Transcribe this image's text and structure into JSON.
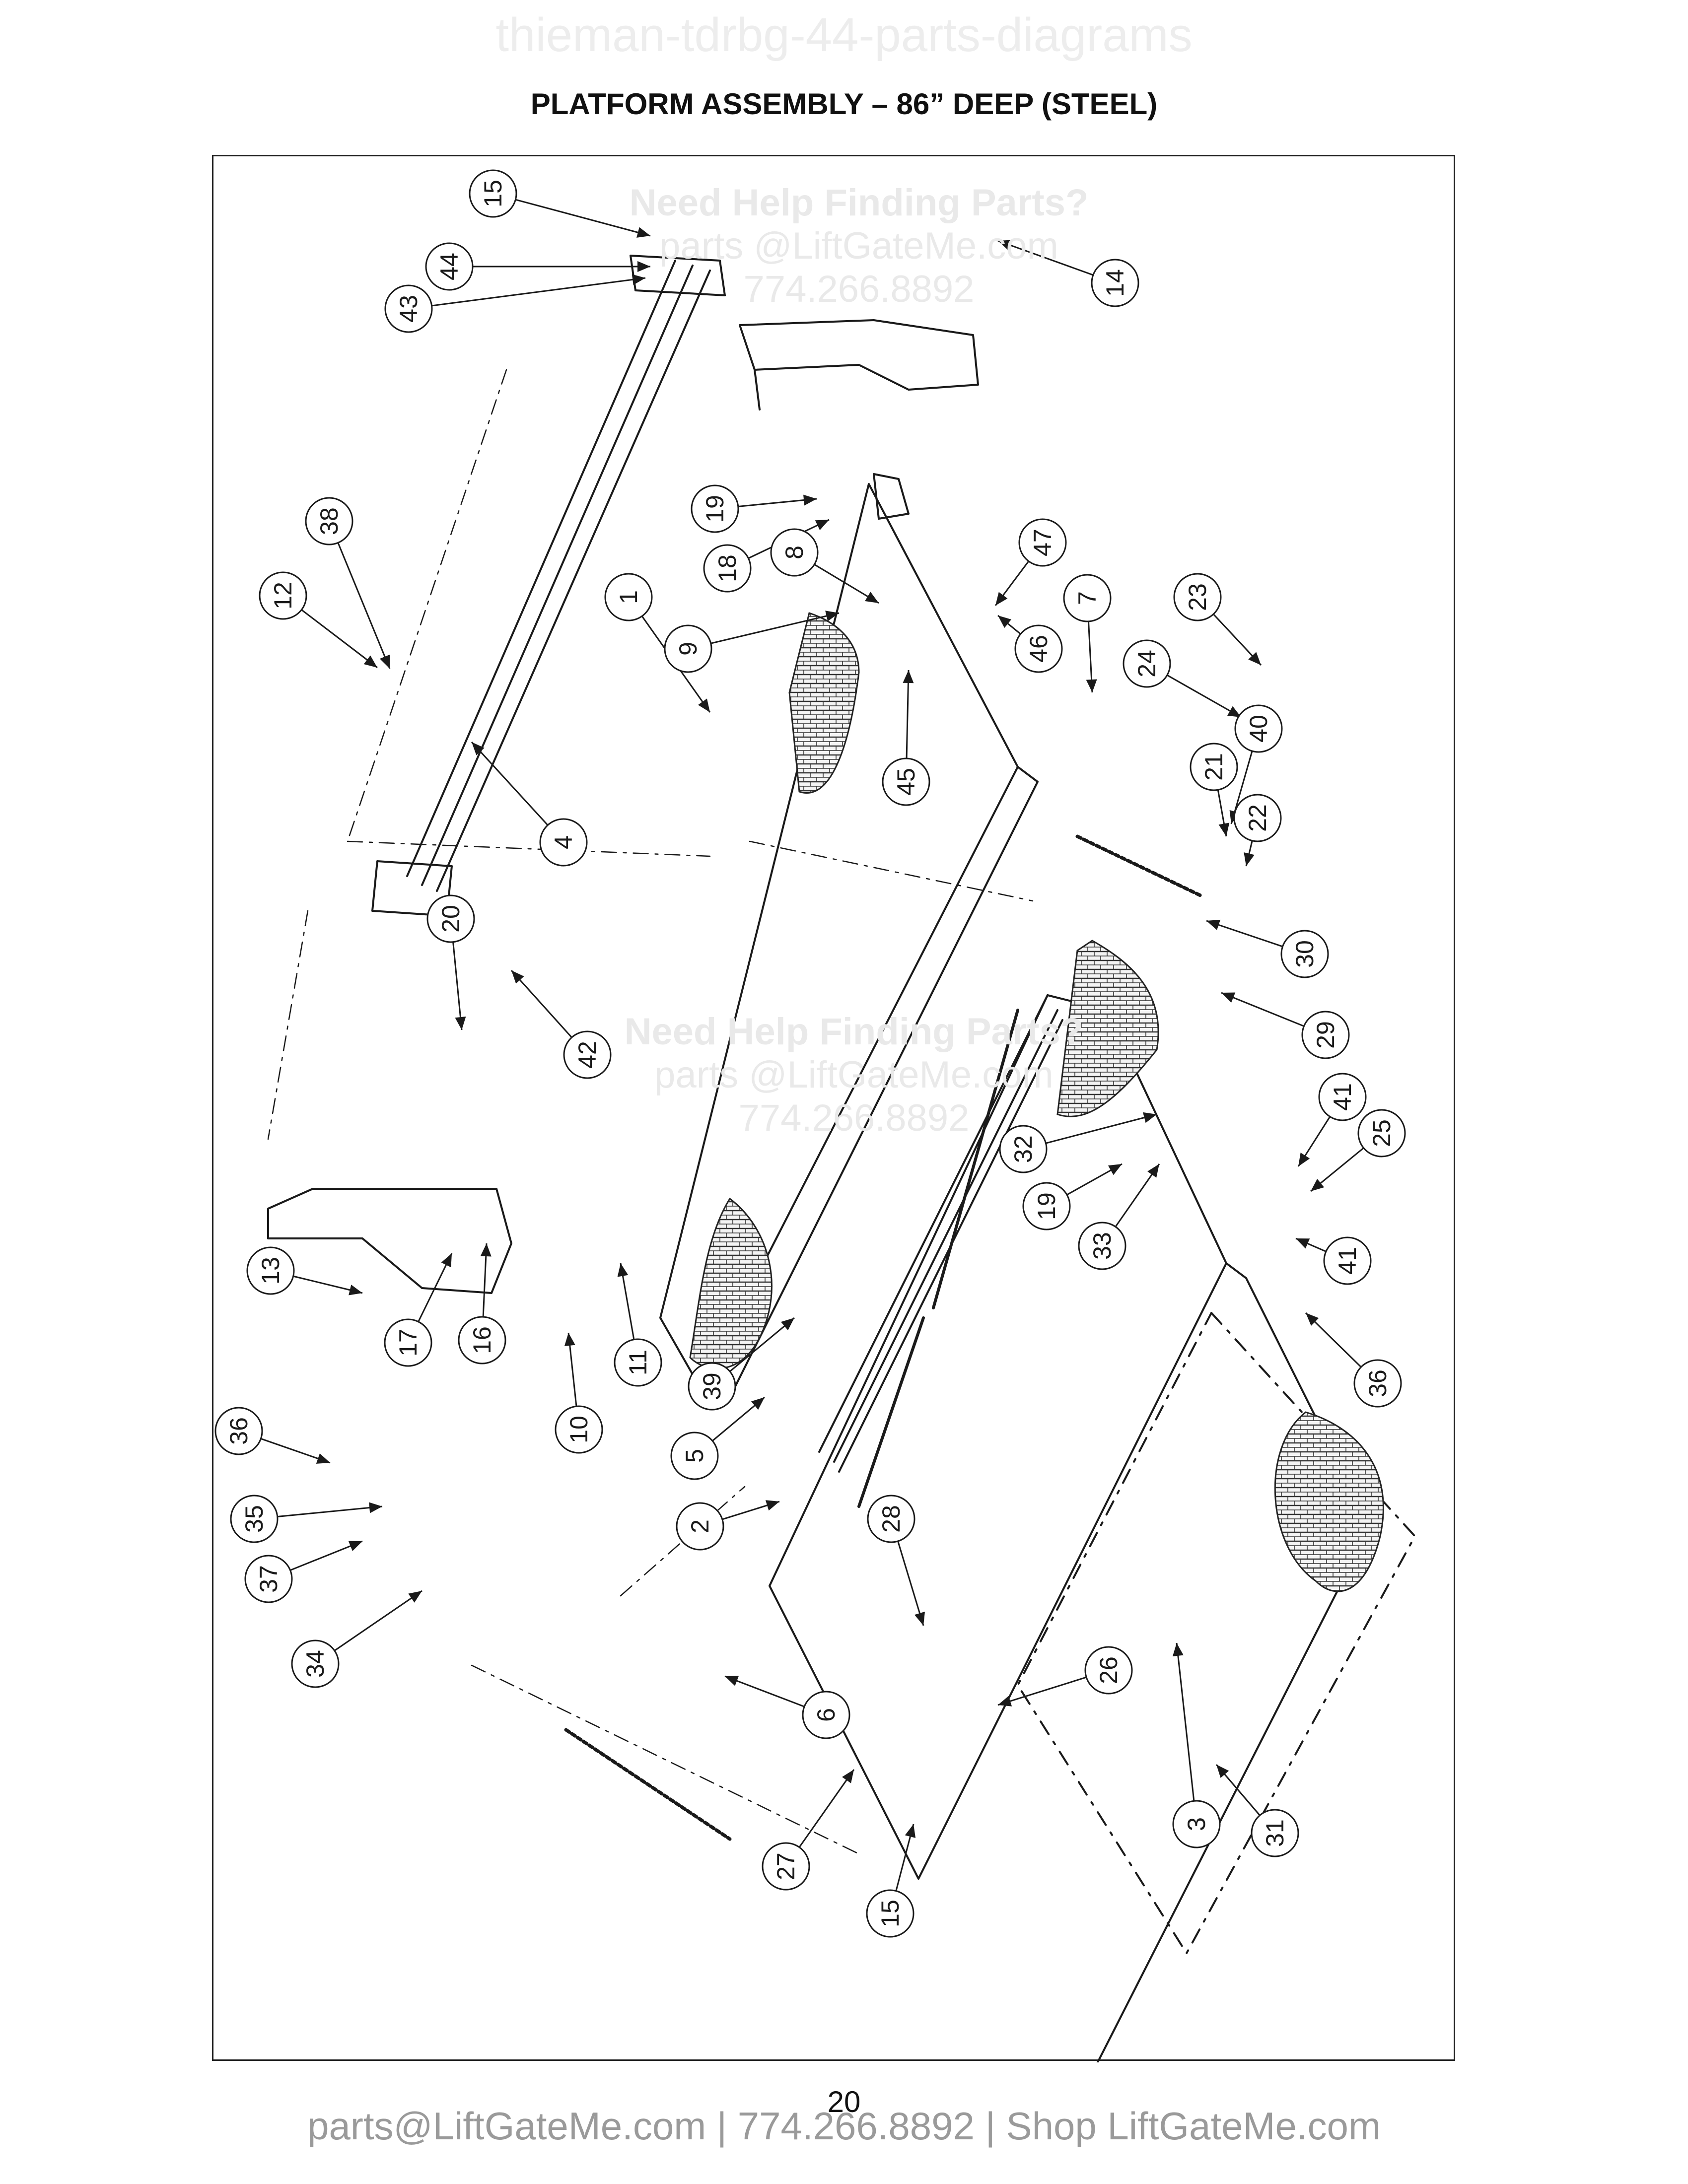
{
  "watermark_top": "thieman-tdrbg-44-parts-diagrams",
  "title": "PLATFORM ASSEMBLY – 86” DEEP (STEEL)",
  "center_watermark": {
    "heading": "Need Help Finding Parts?",
    "email": "parts @LiftGateMe.com",
    "phone": "774.266.8892"
  },
  "callouts": [
    {
      "id": "15a",
      "number": "15"
    },
    {
      "id": "44",
      "number": "44"
    },
    {
      "id": "43",
      "number": "43"
    },
    {
      "id": "14",
      "number": "14"
    },
    {
      "id": "38",
      "number": "38"
    },
    {
      "id": "12",
      "number": "12"
    },
    {
      "id": "19a",
      "number": "19"
    },
    {
      "id": "18",
      "number": "18"
    },
    {
      "id": "1",
      "number": "1"
    },
    {
      "id": "8",
      "number": "8"
    },
    {
      "id": "9",
      "number": "9"
    },
    {
      "id": "47",
      "number": "47"
    },
    {
      "id": "46",
      "number": "46"
    },
    {
      "id": "45",
      "number": "45"
    },
    {
      "id": "7",
      "number": "7"
    },
    {
      "id": "23",
      "number": "23"
    },
    {
      "id": "24",
      "number": "24"
    },
    {
      "id": "40",
      "number": "40"
    },
    {
      "id": "21",
      "number": "21"
    },
    {
      "id": "22",
      "number": "22"
    },
    {
      "id": "30",
      "number": "30"
    },
    {
      "id": "4",
      "number": "4"
    },
    {
      "id": "20",
      "number": "20"
    },
    {
      "id": "42",
      "number": "42"
    },
    {
      "id": "29",
      "number": "29"
    },
    {
      "id": "41a",
      "number": "41"
    },
    {
      "id": "25",
      "number": "25"
    },
    {
      "id": "32",
      "number": "32"
    },
    {
      "id": "19b",
      "number": "19"
    },
    {
      "id": "33",
      "number": "33"
    },
    {
      "id": "41b",
      "number": "41"
    },
    {
      "id": "36a",
      "number": "36"
    },
    {
      "id": "13",
      "number": "13"
    },
    {
      "id": "17",
      "number": "17"
    },
    {
      "id": "16",
      "number": "16"
    },
    {
      "id": "10",
      "number": "10"
    },
    {
      "id": "11",
      "number": "11"
    },
    {
      "id": "39",
      "number": "39"
    },
    {
      "id": "5",
      "number": "5"
    },
    {
      "id": "36b",
      "number": "36"
    },
    {
      "id": "35",
      "number": "35"
    },
    {
      "id": "37",
      "number": "37"
    },
    {
      "id": "34",
      "number": "34"
    },
    {
      "id": "2",
      "number": "2"
    },
    {
      "id": "28",
      "number": "28"
    },
    {
      "id": "6",
      "number": "6"
    },
    {
      "id": "26",
      "number": "26"
    },
    {
      "id": "3",
      "number": "3"
    },
    {
      "id": "31",
      "number": "31"
    },
    {
      "id": "27",
      "number": "27"
    },
    {
      "id": "15b",
      "number": "15"
    }
  ],
  "page_number": "20",
  "footer": "parts@LiftGateMe.com | 774.266.8892 | Shop LiftGateMe.com"
}
